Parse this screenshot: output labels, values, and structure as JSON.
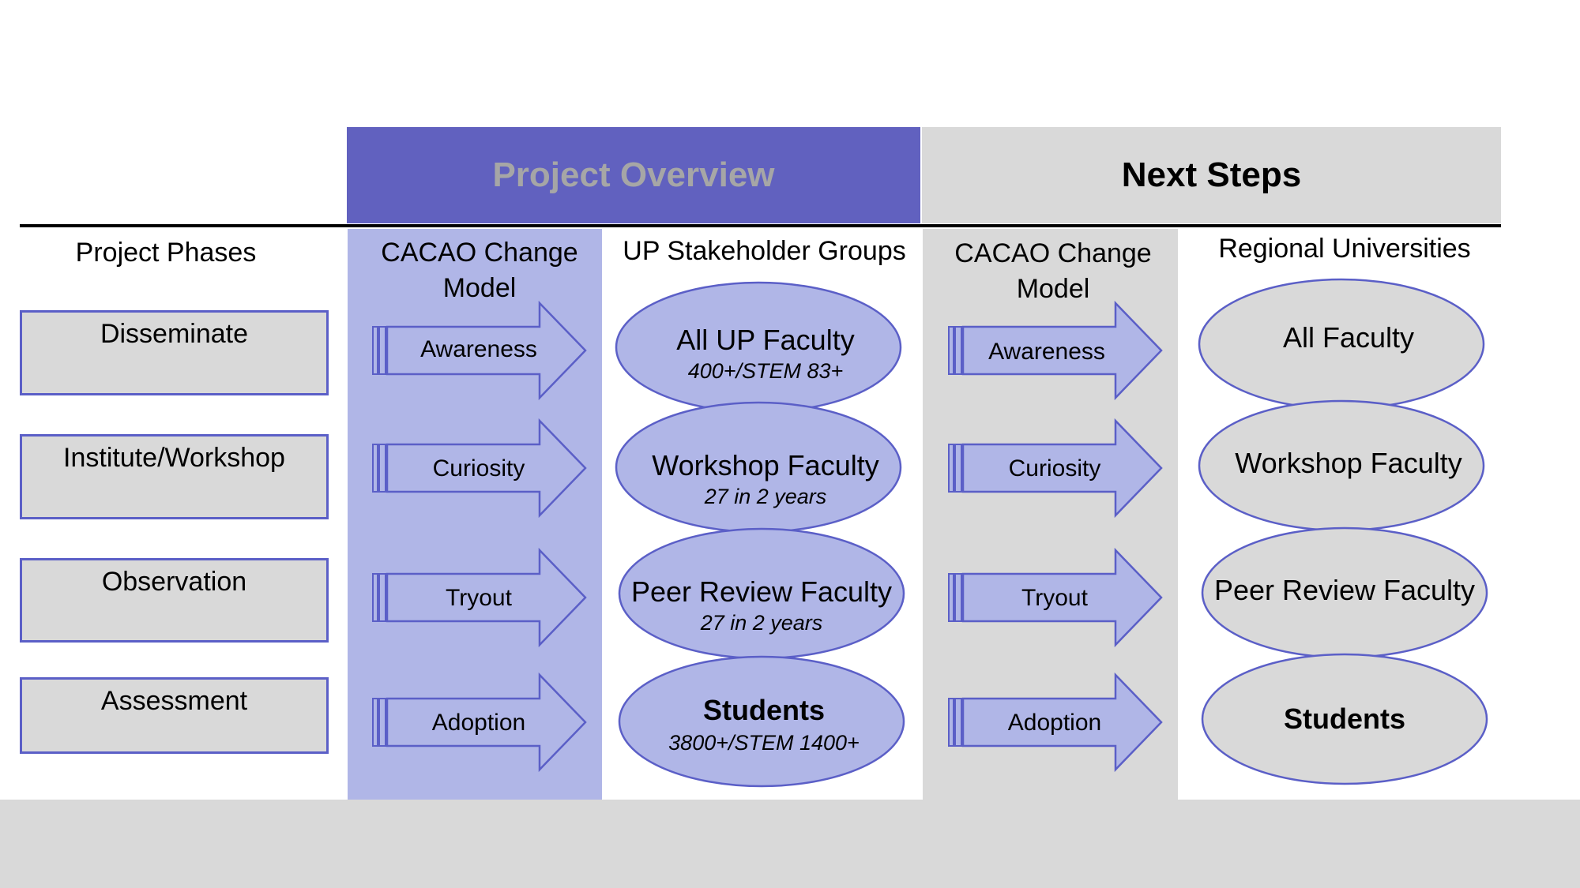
{
  "headers": {
    "overview": "Project Overview",
    "next_steps": "Next Steps"
  },
  "columns": {
    "phases": "Project Phases",
    "cacao_left": "CACAO Change Model",
    "stakeholders": "UP Stakeholder Groups",
    "cacao_right": "CACAO Change Model",
    "regional": "Regional Universities"
  },
  "phases": [
    "Disseminate",
    "Institute/Workshop",
    "Observation",
    "Assessment"
  ],
  "change_stages": [
    "Awareness",
    "Curiosity",
    "Tryout",
    "Adoption"
  ],
  "stakeholders": [
    {
      "title": "All UP Faculty",
      "sub": "400+/STEM 83+"
    },
    {
      "title": "Workshop Faculty",
      "sub": "27 in 2 years"
    },
    {
      "title": "Peer Review Faculty",
      "sub": "27 in 2 years"
    },
    {
      "title": "Students",
      "sub": "3800+/STEM 1400+"
    }
  ],
  "regional": [
    "All Faculty",
    "Workshop Faculty",
    "Peer Review Faculty",
    "Students"
  ],
  "colors": {
    "purple_dark": "#6161bf",
    "purple_light": "#b0b6e7",
    "gray": "#d9d9d9",
    "outline": "#5b5fc7"
  }
}
